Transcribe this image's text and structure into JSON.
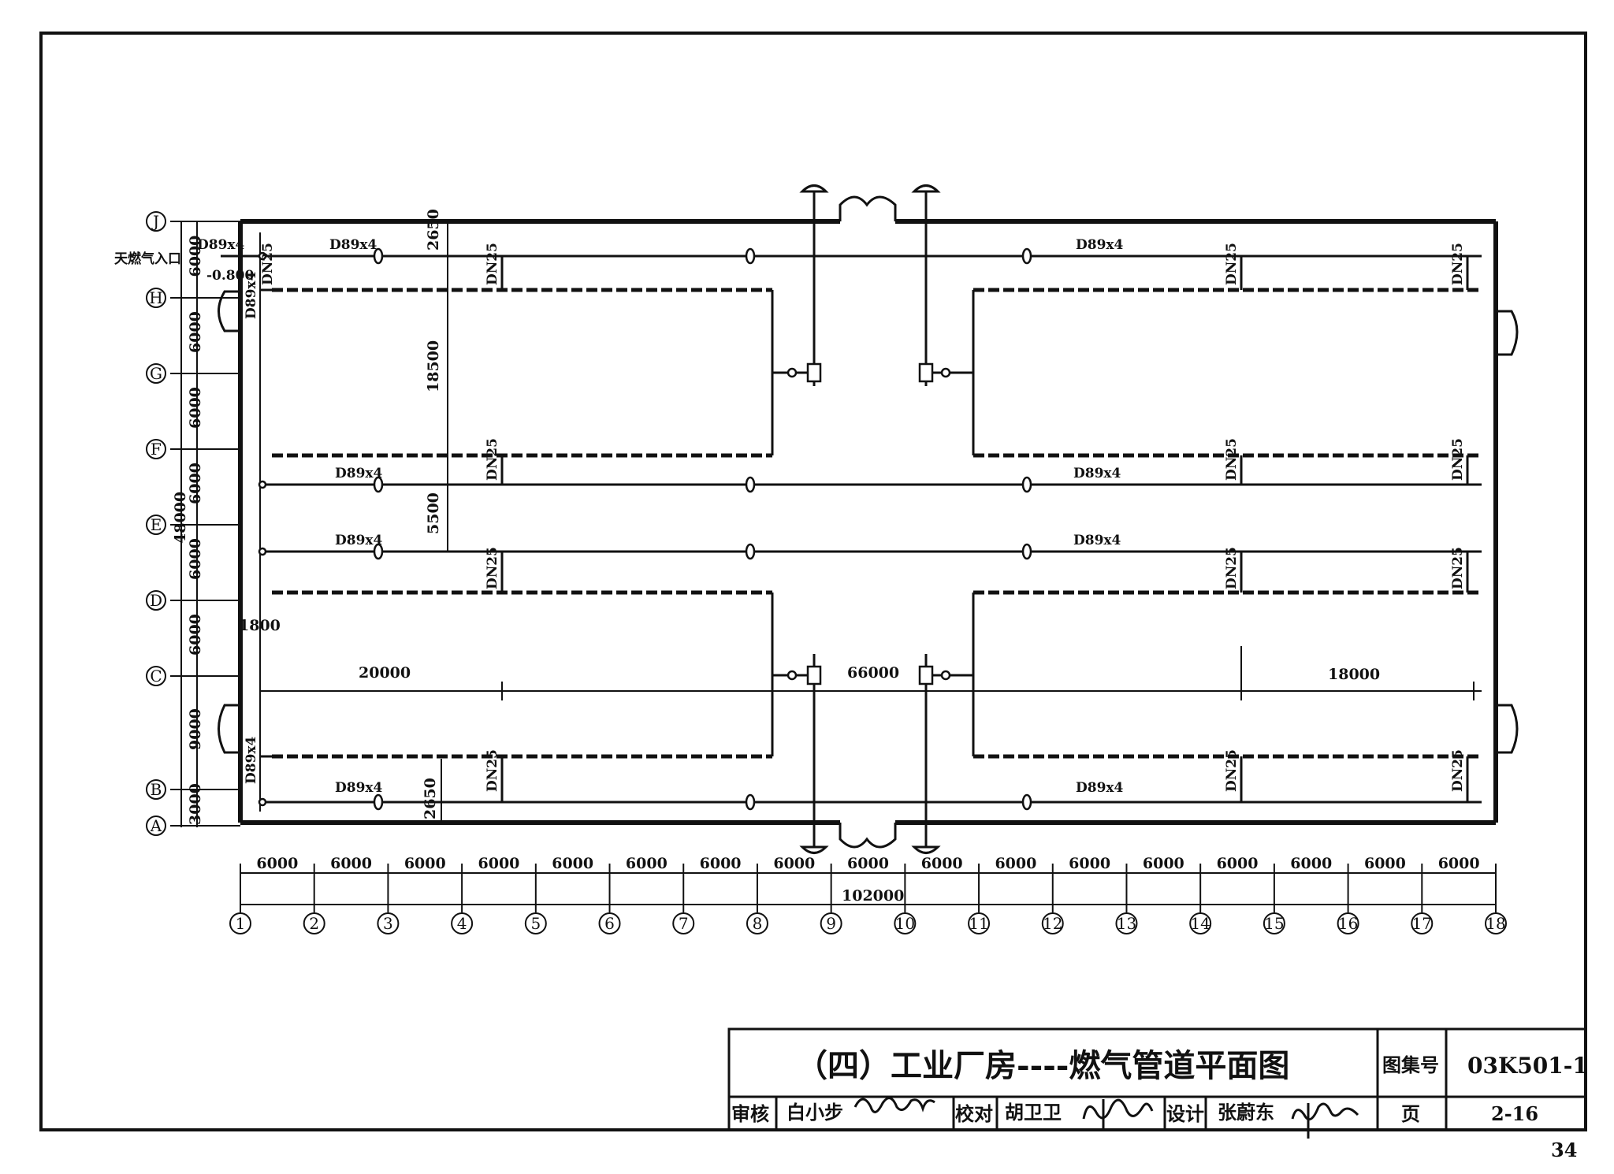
{
  "drawing": {
    "row_axes": [
      "J",
      "H",
      "G",
      "F",
      "E",
      "D",
      "C",
      "B",
      "A"
    ],
    "row_spacings": [
      "6000",
      "6000",
      "6000",
      "6000",
      "6000",
      "6000",
      "9000",
      "3000"
    ],
    "col_axes": [
      "1",
      "2",
      "3",
      "4",
      "5",
      "6",
      "7",
      "8",
      "9",
      "10",
      "11",
      "12",
      "13",
      "14",
      "15",
      "16",
      "17",
      "18"
    ],
    "col_spacings": [
      "6000",
      "6000",
      "6000",
      "6000",
      "6000",
      "6000",
      "6000",
      "6000",
      "6000",
      "6000",
      "6000",
      "6000",
      "6000",
      "6000",
      "6000",
      "6000",
      "6000"
    ],
    "total_width": "102000",
    "total_depth": "48000",
    "gas_inlet_label": "天燃气入口",
    "inlet_elevation": "-0.800",
    "main_pipe": "D89x4",
    "branch_pipe": "DN25",
    "dim_2650": "2650",
    "dim_18500": "18500",
    "dim_5500": "5500",
    "dim_1800": "1800",
    "dim_20000": "20000",
    "dim_66000": "66000",
    "dim_18000": "18000"
  },
  "title_block": {
    "title": "（四）工业厂房----燃气管道平面图",
    "atlas_no_label": "图集号",
    "atlas_no": "03K501-1",
    "review_label": "审核",
    "reviewer": "白小步",
    "check_label": "校对",
    "checker": "胡卫卫",
    "design_label": "设计",
    "designer": "张蔚东",
    "page_label": "页",
    "page": "2-16"
  },
  "page_number": "34"
}
